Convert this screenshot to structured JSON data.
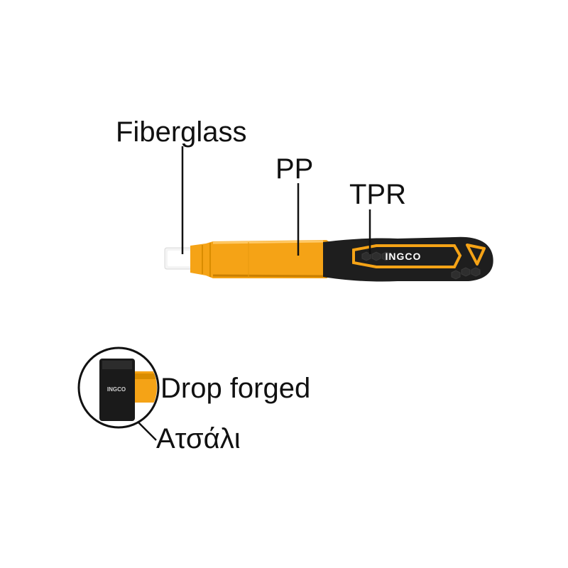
{
  "labels": {
    "fiberglass": "Fiberglass",
    "pp": "PP",
    "tpr": "TPR",
    "drop_forged": "Drop forged",
    "steel": "Ατσάλι"
  },
  "handle": {
    "brand_logo": "INGCO"
  },
  "head_detail": {
    "brand_logo": "INGCO"
  },
  "colors": {
    "accent_orange": "#F5A316",
    "grip_black": "#1E1E1E",
    "fiberglass_white": "#F2F2F2",
    "text": "#111111"
  }
}
